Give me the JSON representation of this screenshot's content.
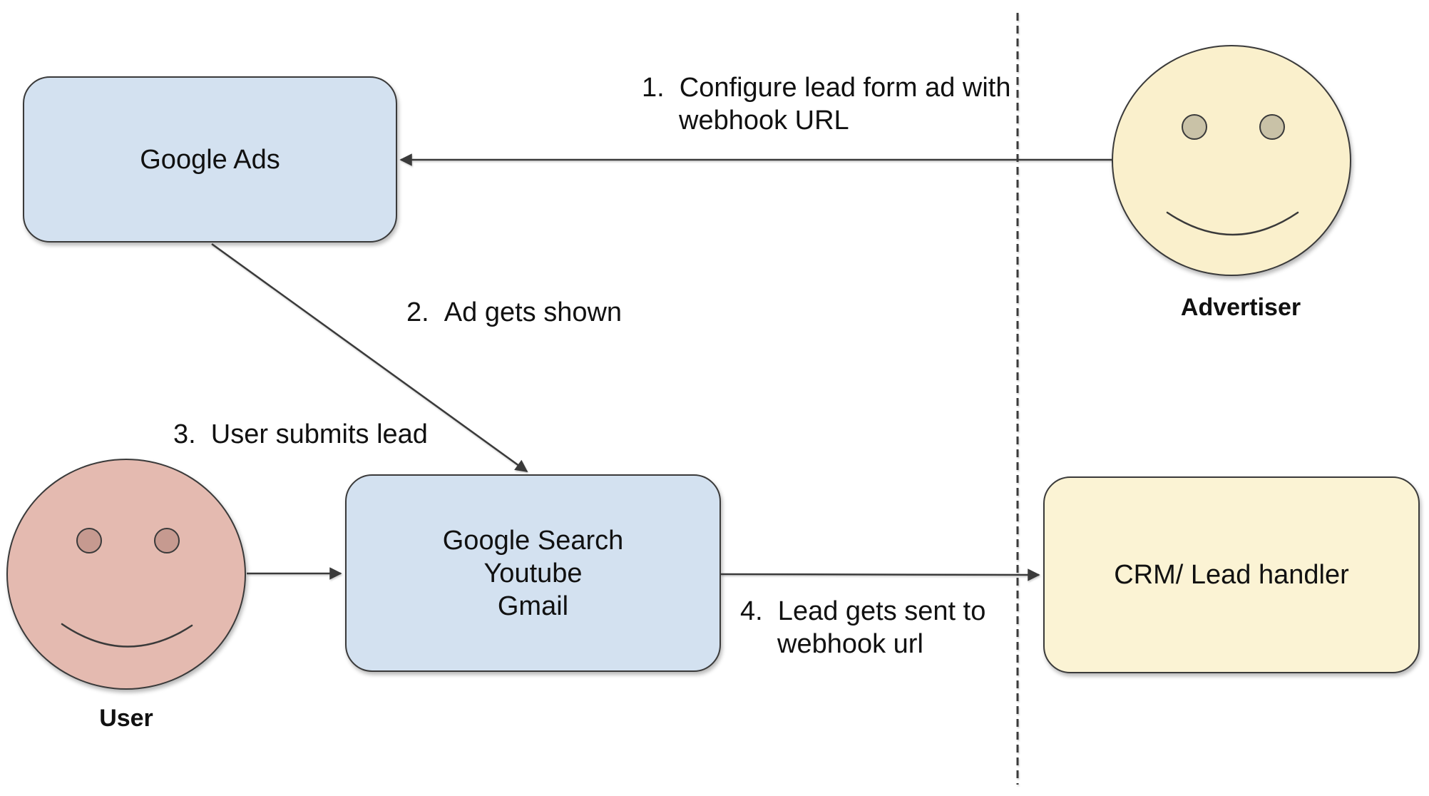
{
  "colors": {
    "node_blue": "#d3e1f0",
    "node_yellow": "#fbf3d4",
    "face_yellow": "#faf0cc",
    "face_pink": "#e4bab0",
    "eye_tan": "#c9c2a7",
    "eye_pink": "#c69a90",
    "stroke": "#3a3a3a",
    "text": "#111111"
  },
  "nodes": {
    "google_ads": {
      "label": "Google Ads"
    },
    "google_surfaces": {
      "label": "Google Search\nYoutube\nGmail"
    },
    "crm": {
      "label": "CRM/ Lead handler"
    }
  },
  "actors": {
    "advertiser": {
      "label": "Advertiser"
    },
    "user": {
      "label": "User"
    }
  },
  "steps": {
    "s1": "1.  Configure lead form ad with\nwebhook URL",
    "s2": "2.  Ad gets shown",
    "s3": "3.  User submits lead",
    "s4": "4.  Lead gets sent to\nwebhook url"
  }
}
